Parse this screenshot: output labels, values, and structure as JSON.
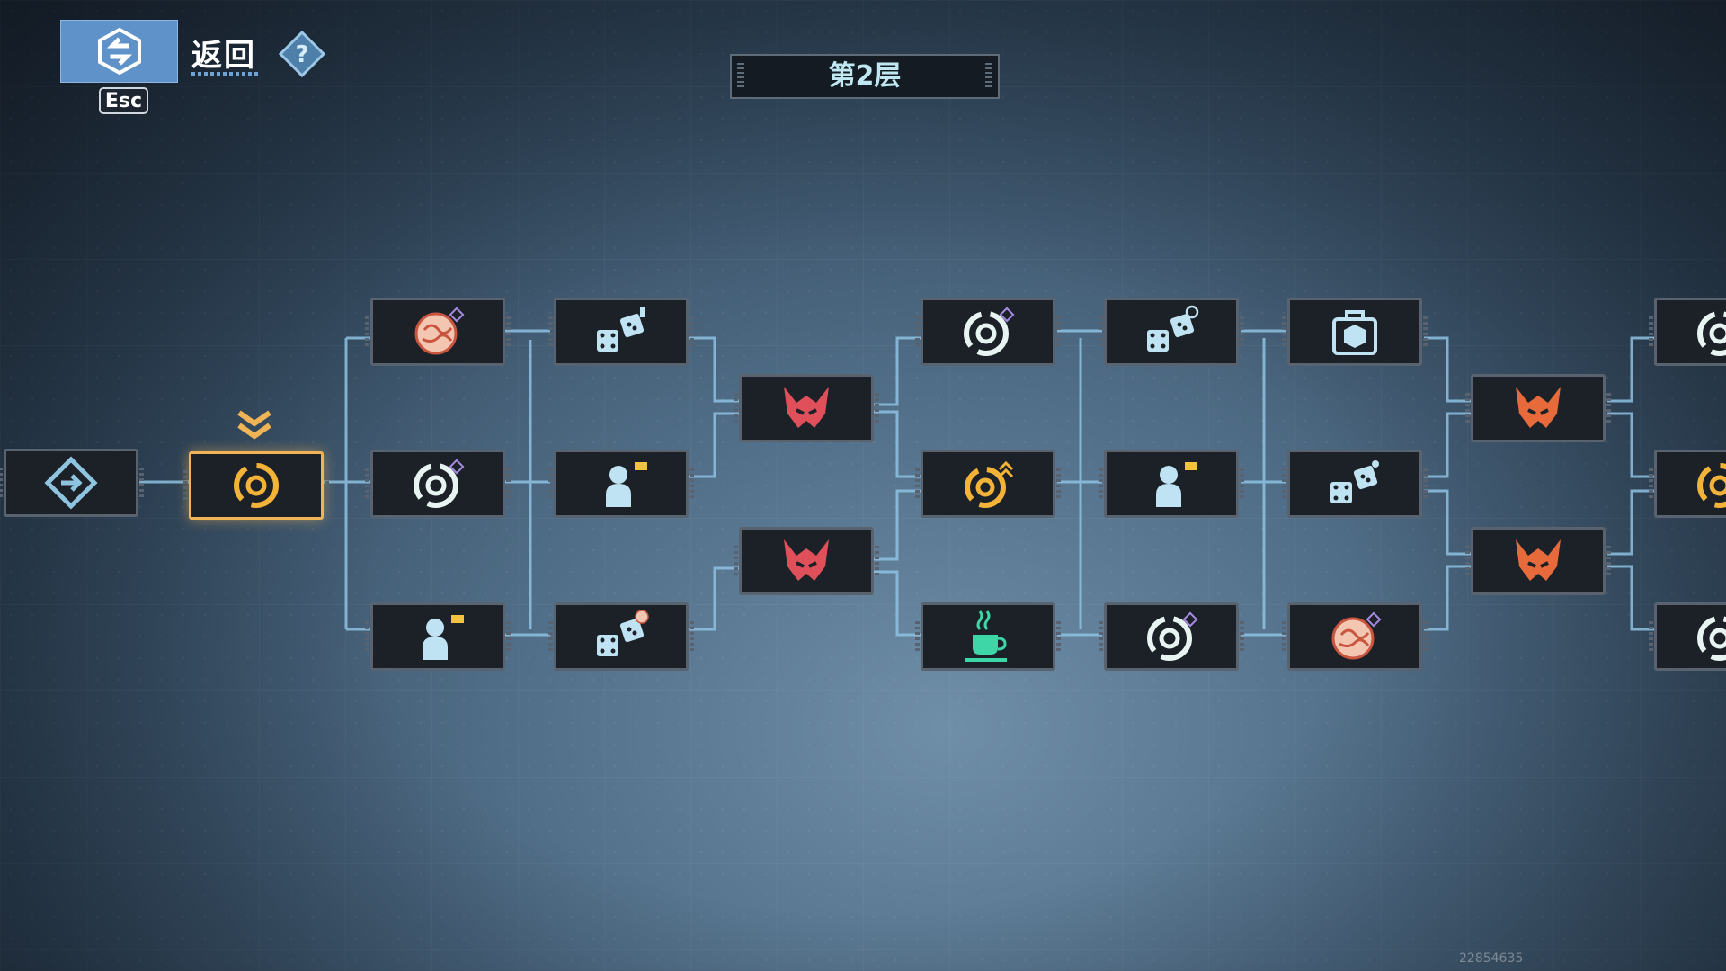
{
  "header": {
    "back_label": "返回",
    "esc_key": "Esc",
    "floor_title": "第2层"
  },
  "map": {
    "current_node": "node-c1-r2",
    "nodes": [
      {
        "id": "node-c0-r2",
        "type": "start"
      },
      {
        "id": "node-c1-r2",
        "type": "battle-current"
      },
      {
        "id": "node-c2-r1",
        "type": "event-brain"
      },
      {
        "id": "node-c2-r2",
        "type": "vortex-battle"
      },
      {
        "id": "node-c2-r3",
        "type": "npc"
      },
      {
        "id": "node-c3-r1",
        "type": "dice"
      },
      {
        "id": "node-c3-r2",
        "type": "npc"
      },
      {
        "id": "node-c3-r3",
        "type": "dice"
      },
      {
        "id": "node-c4-r15",
        "type": "elite"
      },
      {
        "id": "node-c4-r25",
        "type": "elite"
      },
      {
        "id": "node-c5-r1",
        "type": "vortex-battle"
      },
      {
        "id": "node-c5-r2",
        "type": "battle-upgrade"
      },
      {
        "id": "node-c5-r3",
        "type": "rest"
      },
      {
        "id": "node-c6-r1",
        "type": "dice"
      },
      {
        "id": "node-c6-r2",
        "type": "npc"
      },
      {
        "id": "node-c6-r3",
        "type": "vortex-battle"
      },
      {
        "id": "node-c7-r1",
        "type": "shop"
      },
      {
        "id": "node-c7-r2",
        "type": "dice"
      },
      {
        "id": "node-c7-r3",
        "type": "event-brain"
      },
      {
        "id": "node-c8-r15",
        "type": "boss"
      },
      {
        "id": "node-c8-r25",
        "type": "boss"
      },
      {
        "id": "node-c9-r1",
        "type": "vortex-battle"
      },
      {
        "id": "node-c9-r2",
        "type": "battle"
      },
      {
        "id": "node-c9-r3",
        "type": "vortex-battle"
      }
    ]
  },
  "footer": {
    "uid": "22854635"
  },
  "colors": {
    "accent_blue": "#5f92c9",
    "current_node": "#f0b356",
    "elite_red": "#e0505a",
    "boss_orange": "#e66a3a",
    "link_line": "#8ec2e2",
    "icon_light": "#bfe3f3"
  }
}
